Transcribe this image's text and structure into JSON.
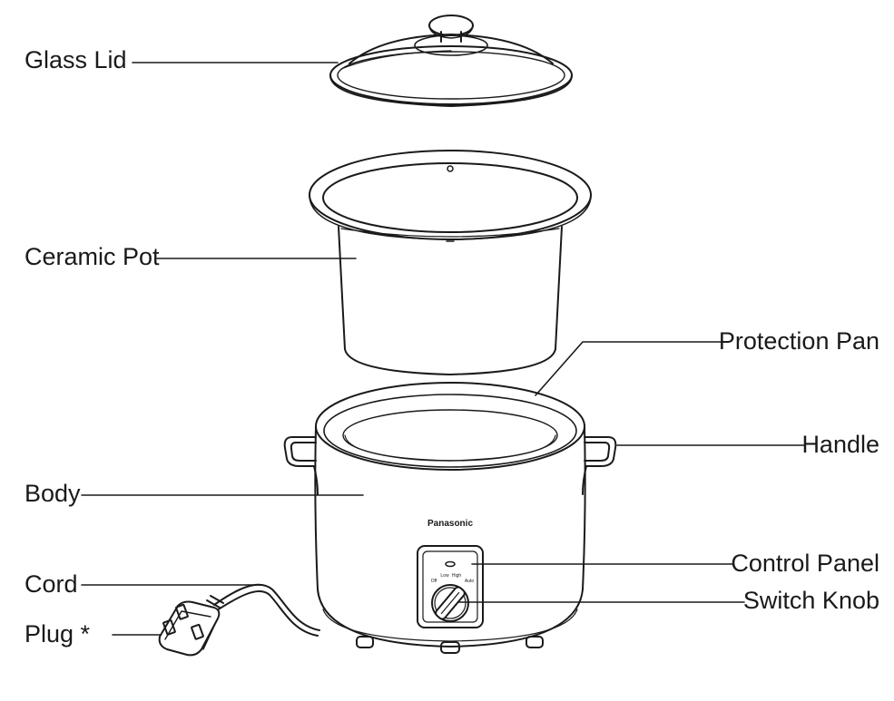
{
  "labels": {
    "glass_lid": "Glass Lid",
    "ceramic_pot": "Ceramic Pot",
    "protection_pan": "Protection Pan",
    "handle": "Handle",
    "body": "Body",
    "control_panel": "Control Panel",
    "cord": "Cord",
    "switch_knob": "Switch Knob",
    "plug": "Plug *"
  },
  "device": {
    "brand": "Panasonic",
    "settings": {
      "low": "Low",
      "high": "High",
      "off": "Off",
      "auto": "Auto"
    }
  },
  "colors": {
    "line": "#1a1a1a",
    "background": "#ffffff"
  }
}
